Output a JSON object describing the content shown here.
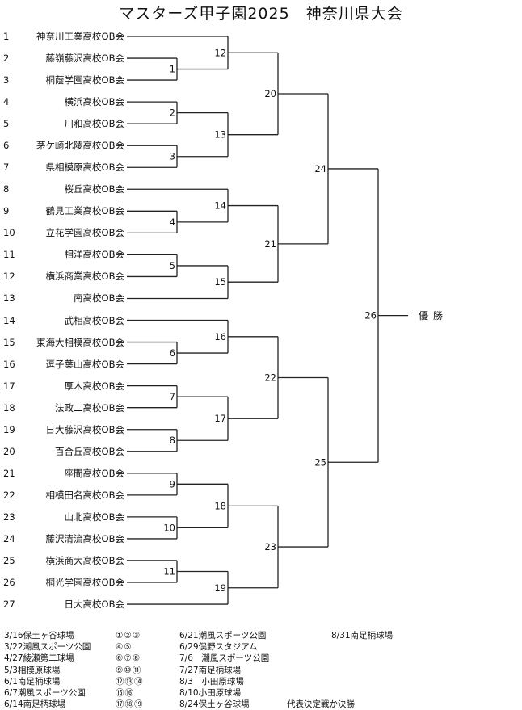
{
  "title": "マスターズ甲子園2025　神奈川県大会",
  "teams": [
    {
      "no": "1",
      "name": "神奈川工業高校OB会"
    },
    {
      "no": "2",
      "name": "藤嶺藤沢高校OB会"
    },
    {
      "no": "3",
      "name": "桐蔭学園高校OB会"
    },
    {
      "no": "4",
      "name": "横浜高校OB会"
    },
    {
      "no": "5",
      "name": "川和高校OB会"
    },
    {
      "no": "6",
      "name": "茅ケ崎北陵高校OB会"
    },
    {
      "no": "7",
      "name": "県相模原高校OB会"
    },
    {
      "no": "8",
      "name": "桜丘高校OB会"
    },
    {
      "no": "9",
      "name": "鶴見工業高校OB会"
    },
    {
      "no": "10",
      "name": "立花学園高校OB会"
    },
    {
      "no": "11",
      "name": "相洋高校OB会"
    },
    {
      "no": "12",
      "name": "横浜商業高校OB会"
    },
    {
      "no": "13",
      "name": "南高校OB会"
    },
    {
      "no": "14",
      "name": "武相高校OB会"
    },
    {
      "no": "15",
      "name": "東海大相模高校OB会"
    },
    {
      "no": "16",
      "name": "逗子葉山高校OB会"
    },
    {
      "no": "17",
      "name": "厚木高校OB会"
    },
    {
      "no": "18",
      "name": "法政二高校OB会"
    },
    {
      "no": "19",
      "name": "日大藤沢高校OB会"
    },
    {
      "no": "20",
      "name": "百合丘高校OB会"
    },
    {
      "no": "21",
      "name": "座間高校OB会"
    },
    {
      "no": "22",
      "name": "相模田名高校OB会"
    },
    {
      "no": "23",
      "name": "山北高校OB会"
    },
    {
      "no": "24",
      "name": "藤沢清流高校OB会"
    },
    {
      "no": "25",
      "name": "横浜商大高校OB会"
    },
    {
      "no": "26",
      "name": "桐光学園高校OB会"
    },
    {
      "no": "27",
      "name": "日大高校OB会"
    }
  ],
  "matches": [
    {
      "no": "1",
      "a": "t2",
      "b": "t3",
      "round": 1
    },
    {
      "no": "2",
      "a": "t4",
      "b": "t5",
      "round": 1
    },
    {
      "no": "3",
      "a": "t6",
      "b": "t7",
      "round": 1
    },
    {
      "no": "4",
      "a": "t9",
      "b": "t10",
      "round": 1
    },
    {
      "no": "5",
      "a": "t11",
      "b": "t12",
      "round": 1
    },
    {
      "no": "6",
      "a": "t15",
      "b": "t16",
      "round": 1
    },
    {
      "no": "7",
      "a": "t17",
      "b": "t18",
      "round": 1
    },
    {
      "no": "8",
      "a": "t19",
      "b": "t20",
      "round": 1
    },
    {
      "no": "9",
      "a": "t21",
      "b": "t22",
      "round": 1
    },
    {
      "no": "10",
      "a": "t23",
      "b": "t24",
      "round": 1
    },
    {
      "no": "11",
      "a": "t25",
      "b": "t26",
      "round": 1
    },
    {
      "no": "12",
      "a": "t1",
      "b": "m1",
      "round": 2
    },
    {
      "no": "13",
      "a": "m2",
      "b": "m3",
      "round": 2
    },
    {
      "no": "14",
      "a": "t8",
      "b": "m4",
      "round": 2
    },
    {
      "no": "15",
      "a": "m5",
      "b": "t13",
      "round": 2
    },
    {
      "no": "16",
      "a": "t14",
      "b": "m6",
      "round": 2
    },
    {
      "no": "17",
      "a": "m7",
      "b": "m8",
      "round": 2
    },
    {
      "no": "18",
      "a": "m9",
      "b": "m10",
      "round": 2
    },
    {
      "no": "19",
      "a": "m11",
      "b": "t27",
      "round": 2
    },
    {
      "no": "20",
      "a": "m12",
      "b": "m13",
      "round": 3
    },
    {
      "no": "21",
      "a": "m14",
      "b": "m15",
      "round": 3
    },
    {
      "no": "22",
      "a": "m16",
      "b": "m17",
      "round": 3
    },
    {
      "no": "23",
      "a": "m18",
      "b": "m19",
      "round": 3
    },
    {
      "no": "24",
      "a": "m20",
      "b": "m21",
      "round": 4
    },
    {
      "no": "25",
      "a": "m22",
      "b": "m23",
      "round": 4
    },
    {
      "no": "26",
      "a": "m24",
      "b": "m25",
      "round": 5
    }
  ],
  "champion_label": "優勝",
  "schedule": {
    "col1": [
      "3/16保土ヶ谷球場",
      "3/22潮風スポーツ公園",
      "4/27綾瀬第二球場",
      "5/3相模原球場",
      "6/1南足柄球場",
      "6/7潮風スポーツ公園",
      "6/14南足柄球場"
    ],
    "col2": [
      "①②③",
      "④⑤",
      "⑥⑦⑧",
      "⑨⑩⑪",
      "⑫⑬⑭",
      "⑮⑯",
      "⑰⑱⑲"
    ],
    "col3": [
      "6/21潮風スポーツ公園",
      "6/29俣野スタジアム",
      "7/6　潮風スポーツ公園",
      "7/27南足柄球場",
      "8/3　小田原球場",
      "8/10小田原球場",
      "8/24保土ヶ谷球場"
    ],
    "col4": [
      "8/31南足柄球場"
    ],
    "note": "代表決定戦か決勝"
  }
}
